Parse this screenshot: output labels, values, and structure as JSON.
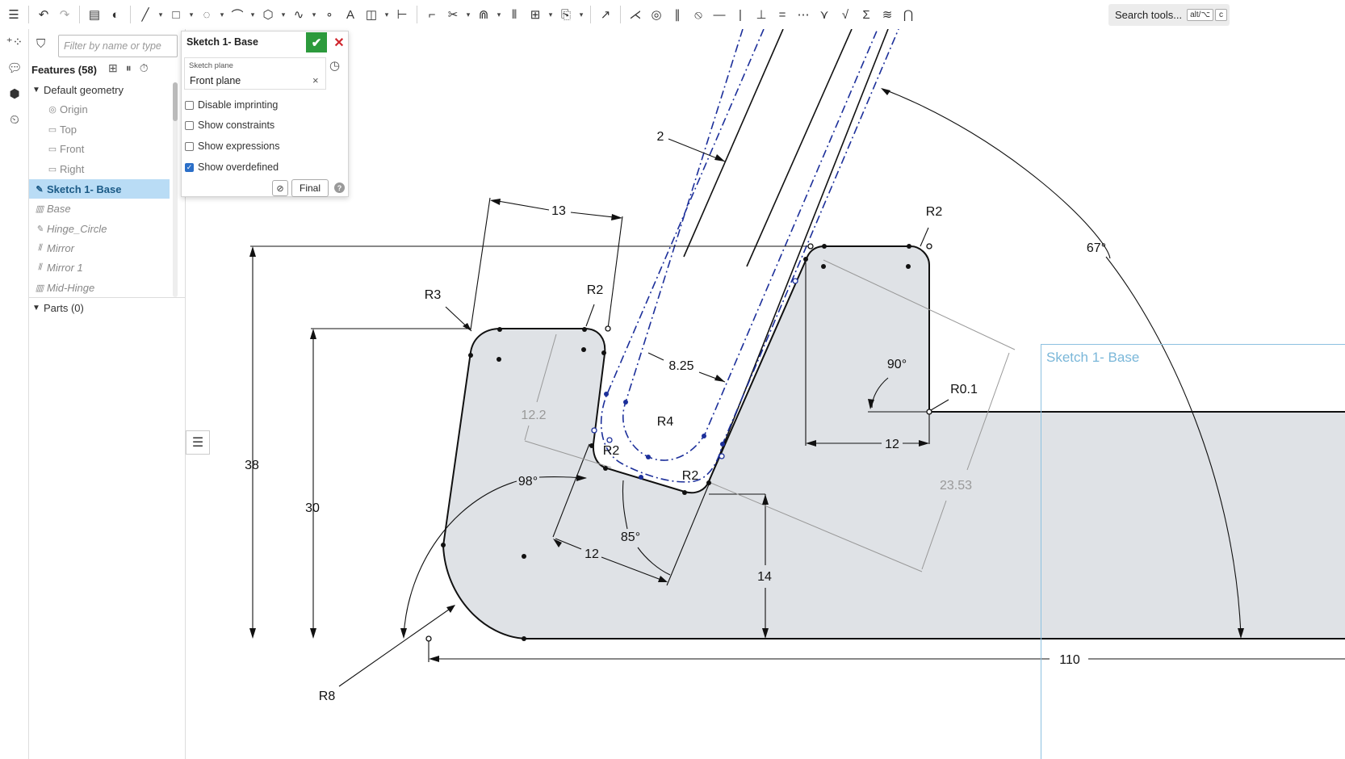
{
  "toolbar": {
    "icons": [
      "feature-list-icon",
      "undo-icon",
      "redo-icon",
      "document-icon",
      "sketch-icon",
      "line-icon",
      "rectangle-icon",
      "circle-icon",
      "arc-icon",
      "polygon-icon",
      "spline-icon",
      "point-icon",
      "text-icon",
      "construction-icon",
      "dimension-icon",
      "fillet-icon",
      "trim-icon",
      "extend-icon",
      "offset-icon",
      "mirror-icon",
      "pattern-icon",
      "dxf-icon",
      "transform-icon",
      "coincident-icon",
      "concentric-icon",
      "parallel-icon",
      "tangent-icon",
      "horizontal-icon",
      "vertical-icon",
      "perpendicular-icon",
      "equal-icon",
      "midpoint-icon",
      "normal-icon",
      "pierce-icon",
      "symmetric-icon",
      "fix-icon",
      "curvature-icon"
    ],
    "search_label": "Search tools...",
    "search_kbd": "alt/⌥",
    "search_kbd2": "c"
  },
  "features": {
    "filter_placeholder": "Filter by name or type",
    "header": "Features (58)",
    "default_geometry": "Default geometry",
    "items": [
      {
        "label": "Origin",
        "icon": "◎"
      },
      {
        "label": "Top",
        "icon": "▭"
      },
      {
        "label": "Front",
        "icon": "▭"
      },
      {
        "label": "Right",
        "icon": "▭"
      }
    ],
    "sketch_selected": "Sketch 1- Base",
    "more": [
      "Base",
      "Hinge_Circle",
      "Mirror",
      "Mirror 1",
      "Mid-Hinge"
    ],
    "parts": "Parts (0)"
  },
  "dialog": {
    "title": "Sketch 1- Base",
    "plane_label": "Sketch plane",
    "plane_value": "Front plane",
    "options": [
      {
        "label": "Disable imprinting",
        "checked": false
      },
      {
        "label": "Show constraints",
        "checked": false
      },
      {
        "label": "Show expressions",
        "checked": false
      },
      {
        "label": "Show overdefined",
        "checked": true
      }
    ],
    "final_label": "Final"
  },
  "view_label": "Sketch 1- Base",
  "sketch": {
    "dims": {
      "d2": "2",
      "d13": "13",
      "r2_top": "R2",
      "r3": "R3",
      "r2_right": "R2",
      "a67": "67°",
      "d825": "8.25",
      "a90": "90°",
      "r01": "R0.1",
      "d38": "38",
      "d30": "30",
      "d122": "12.2",
      "r4": "R4",
      "r2_inner": "R2",
      "r2_low": "R2",
      "d12a": "12",
      "d2353": "23.53",
      "a98": "98°",
      "a85": "85°",
      "d12b": "12",
      "d14": "14",
      "d110": "110",
      "r8": "R8"
    }
  }
}
